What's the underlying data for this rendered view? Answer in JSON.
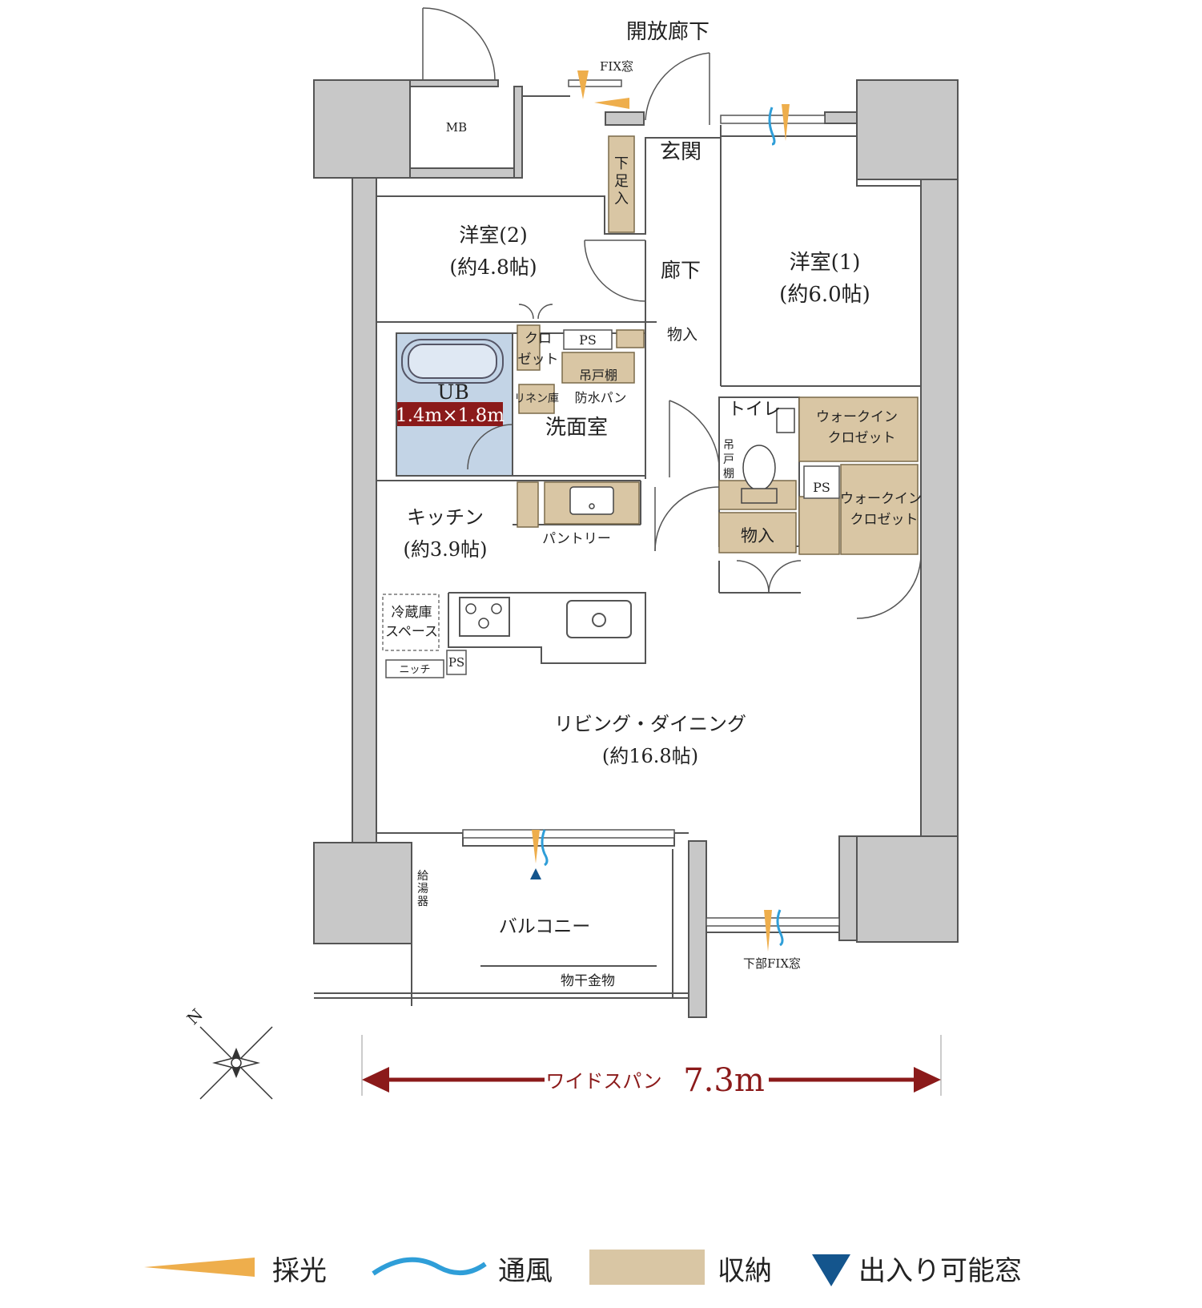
{
  "colors": {
    "wall": "#c8c8c8",
    "wall_stroke": "#555555",
    "storage": "#d9c6a4",
    "bath": "#c3d4e6",
    "light": "#eeae4c",
    "wind": "#2f9ed8",
    "door_marker": "#14558d",
    "accent_red": "#8b1a1a"
  },
  "labels": {
    "corridor_open": "開放廊下",
    "fix_window": "FIX窓",
    "mb": "MB",
    "genkan": "玄関",
    "shoe": [
      "下",
      "足",
      "入"
    ],
    "room2_name": "洋室(2)",
    "room2_size": "(約4.8帖)",
    "room1_name": "洋室(1)",
    "room1_size": "(約6.0帖)",
    "hallway": "廊下",
    "storage_hall": "物入",
    "ps": "PS",
    "closet": [
      "クロ",
      "ゼット"
    ],
    "upper_shelf": "吊戸棚",
    "waterproof_pan": "防水パン",
    "linen": "リネン庫",
    "ub": "UB",
    "ub_size": "1.4m×1.8m",
    "washroom": "洗面室",
    "toilet": "トイレ",
    "toilet_shelf": [
      "吊",
      "戸",
      "棚"
    ],
    "wic": [
      "ウォークイン",
      "クロゼット"
    ],
    "storage_toilet": "物入",
    "kitchen_name": "キッチン",
    "kitchen_size": "(約3.9帖)",
    "pantry": "パントリー",
    "fridge": [
      "冷蔵庫",
      "スペース"
    ],
    "niche": "ニッチ",
    "ld_name": "リビング・ダイニング",
    "ld_size": "(約16.8帖)",
    "water_heater": [
      "給",
      "湯",
      "器"
    ],
    "balcony": "バルコニー",
    "drying": "物干金物",
    "lower_fix": "下部FIX窓",
    "north": "N",
    "span_prefix": "ワイドスパン",
    "span_value": "7.3m"
  },
  "legend": [
    {
      "icon": "light-icon",
      "label": "採光"
    },
    {
      "icon": "wind-icon",
      "label": "通風"
    },
    {
      "icon": "storage-swatch-icon",
      "label": "収納"
    },
    {
      "icon": "door-window-icon",
      "label": "出入り可能窓"
    }
  ]
}
